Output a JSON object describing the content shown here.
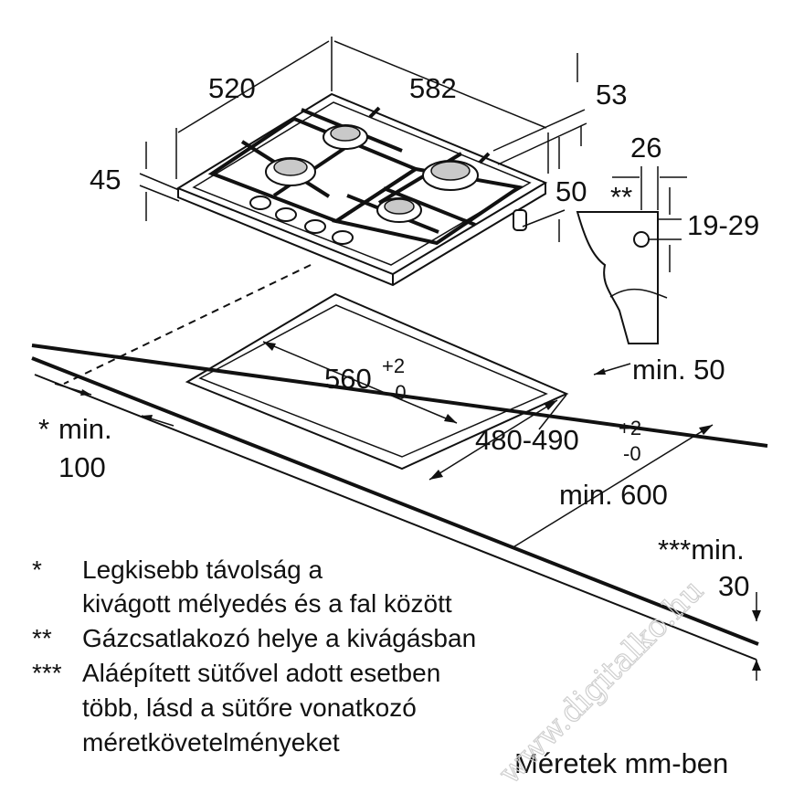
{
  "dimensions": {
    "depth": "520",
    "width": "582",
    "height_right": "53",
    "height_left": "45",
    "side_height": "50",
    "connector_offset": "26",
    "connector_marker": "**",
    "connector_height": "19-29",
    "cutout_width": "560",
    "cutout_width_tol_plus": "+2",
    "cutout_width_tol_minus": "-0",
    "cutout_depth": "480-490",
    "cutout_depth_tol_plus": "+2",
    "cutout_depth_tol_minus": "-0",
    "min_back": "min. 50",
    "min_front": "min. 600",
    "min_wall_marker": "*",
    "min_wall_label": "min.",
    "min_wall_value": "100",
    "min_thickness_label": "***min.",
    "min_thickness_value": "30"
  },
  "notes": [
    {
      "marker": "*",
      "lines": [
        "Legkisebb távolság a",
        "kivágott mélyedés és a fal között"
      ]
    },
    {
      "marker": "**",
      "lines": [
        "Gázcsatlakozó helye a kivágásban"
      ]
    },
    {
      "marker": "***",
      "lines": [
        "Aláépített sütővel adott esetben",
        "több, lásd a sütőre vonatkozó",
        "méretkövetelményeket"
      ]
    }
  ],
  "units_caption": "Méretek mm-ben",
  "watermark": "www.digitalko.hu"
}
